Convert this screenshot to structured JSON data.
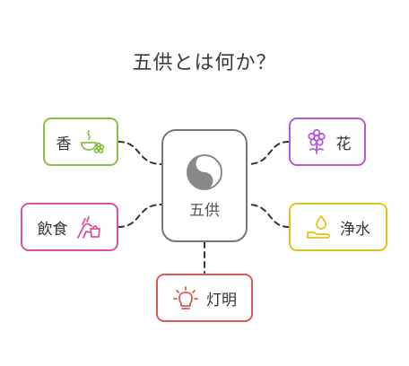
{
  "title": "五供とは何か？",
  "center": {
    "label": "五供",
    "icon": "yin-yang-icon",
    "color": "#777777"
  },
  "items": [
    {
      "key": "incense",
      "label": "香",
      "icon": "incense-bowl-icon",
      "color": "#8cbf3f"
    },
    {
      "key": "flower",
      "label": "花",
      "icon": "flower-icon",
      "color": "#b65ad8"
    },
    {
      "key": "food",
      "label": "飲食",
      "icon": "offering-hand-icon",
      "color": "#d9539c"
    },
    {
      "key": "water",
      "label": "浄水",
      "icon": "water-drop-icon",
      "color": "#e1c21f"
    },
    {
      "key": "light",
      "label": "灯明",
      "icon": "lightbulb-icon",
      "color": "#dc5a55"
    }
  ]
}
